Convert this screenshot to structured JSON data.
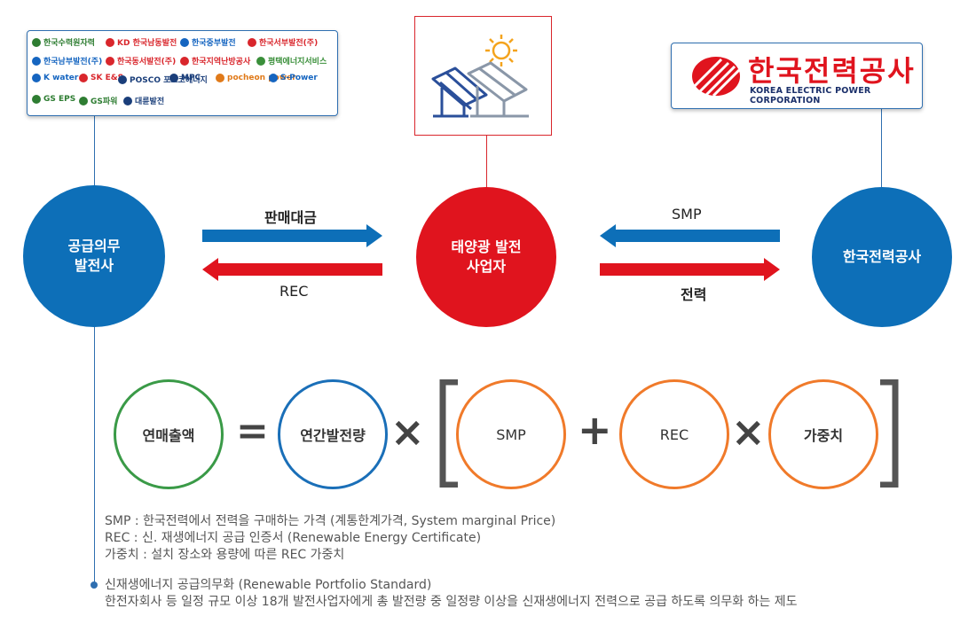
{
  "logos": {
    "suppliers": [
      {
        "name": "한국수력원자력",
        "color": "#2e7d32"
      },
      {
        "name": "KD 한국남동발전",
        "color": "#d9262c"
      },
      {
        "name": "한국중부발전",
        "color": "#1565c0"
      },
      {
        "name": "한국서부발전(주)",
        "color": "#d9262c"
      },
      {
        "name": "한국남부발전(주)",
        "color": "#1565c0"
      },
      {
        "name": "한국동서발전(주)",
        "color": "#d9262c"
      },
      {
        "name": "한국지역난방공사",
        "color": "#d9262c"
      },
      {
        "name": "평택에너지서비스",
        "color": "#3a8f3a"
      },
      {
        "name": "K water",
        "color": "#1565c0"
      },
      {
        "name": "SK E&S",
        "color": "#d9262c"
      },
      {
        "name": "POSCO 포스코에너지",
        "color": "#1a3e7a"
      },
      {
        "name": "MPC",
        "color": "#1a3e7a"
      },
      {
        "name": "pocheon power",
        "color": "#e07a1a"
      },
      {
        "name": "S-Power",
        "color": "#1565c0"
      },
      {
        "name": "GS EPS",
        "color": "#2e7d32"
      },
      {
        "name": "GS파워",
        "color": "#2e7d32"
      },
      {
        "name": "대륜발전",
        "color": "#1a3e7a"
      }
    ],
    "kepco_korean": "한국전력공사",
    "kepco_english": "KOREA ELECTRIC POWER CORPORATION"
  },
  "nodes": {
    "supplier": "공급의무\n발전사",
    "solar": "태양광 발전\n사업자",
    "kepco": "한국전력공사"
  },
  "flows": {
    "left_top": "판매대금",
    "left_bottom": "REC",
    "right_top": "SMP",
    "right_bottom": "전력"
  },
  "formula": {
    "result": "연매출액",
    "generation": "연간발전량",
    "smp": "SMP",
    "rec": "REC",
    "weight": "가중치",
    "equals": "=",
    "times": "×",
    "plus": "+"
  },
  "colors": {
    "blue": "#0d6fb8",
    "red": "#e0141e",
    "green": "#3a9a47",
    "orange": "#f07a2a",
    "dark_blue_ring": "#1a6fb8"
  },
  "notes": [
    "SMP : 한국전력에서 전력을 구매하는 가격 (계통한계가격, System marginal Price)",
    "REC : 신. 재생에너지 공급 인증서 (Renewable Energy Certificate)",
    "가중치 : 설치 장소와 용량에 따른 REC 가중치"
  ],
  "rps": {
    "title": "신재생에너지 공급의무화 (Renewable Portfolio Standard)",
    "description": "한전자회사 등 일정 규모 이상 18개 발전사업자에게 총 발전량 중 일정량 이상을 신재생에너지 전력으로 공급 하도록 의무화 하는 제도"
  }
}
